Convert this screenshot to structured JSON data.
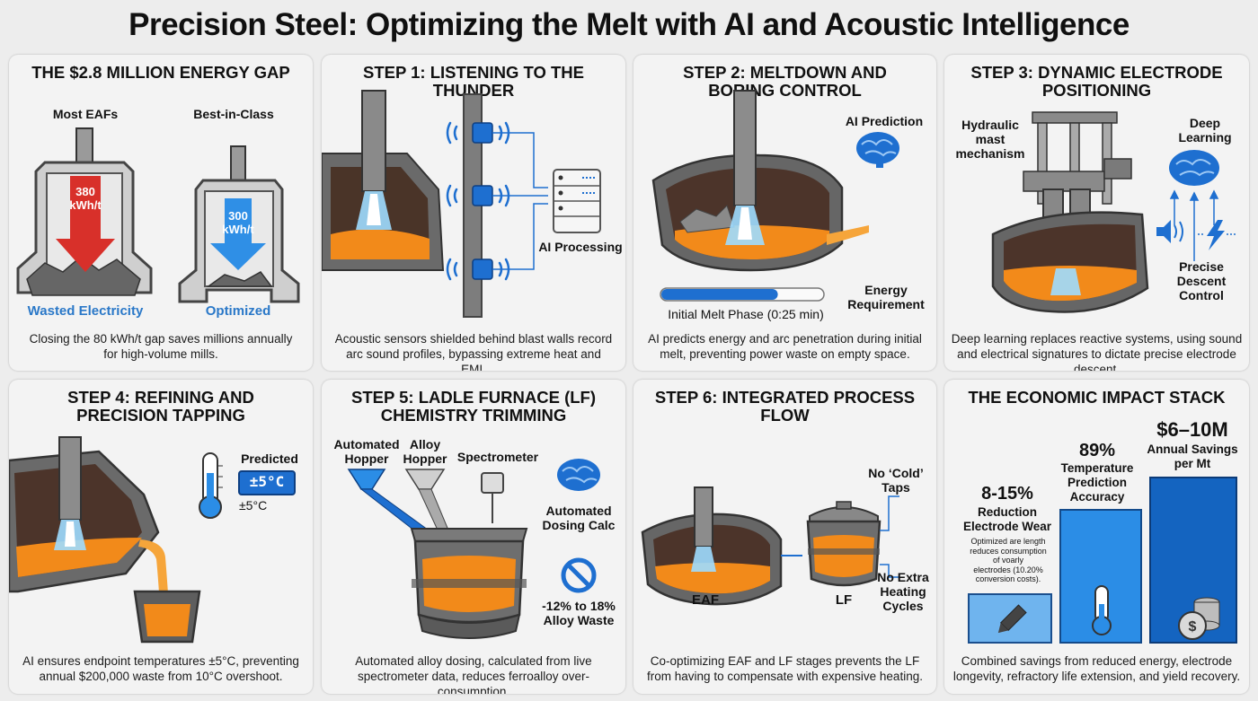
{
  "title": "Precision Steel: Optimizing the Melt with AI and Acoustic Intelligence",
  "colors": {
    "panel": "#f3f3f3",
    "furnace": "#5a5a5a",
    "molten": "#f28a1a",
    "arc": "#4fb6f0",
    "ai_blue": "#1e6fd0",
    "red_arrow": "#d8302a"
  },
  "panels": {
    "energy_gap": {
      "heading": "THE $2.8 MILLION ENERGY GAP",
      "left_label": "Most EAFs",
      "right_label": "Best-in-Class",
      "left_value": "380",
      "left_unit": "kWh/t",
      "right_value": "300",
      "right_unit": "kWh/t",
      "left_caption": "Wasted Electricity",
      "right_caption": "Optimized",
      "caption": "Closing the 80 kWh/t gap saves millions annually for high-volume mills."
    },
    "step1": {
      "heading": "STEP 1: LISTENING TO THE THUNDER",
      "ai_label": "AI Processing",
      "caption": "Acoustic sensors shielded behind blast walls record arc sound profiles, bypassing extreme heat and EMI."
    },
    "step2": {
      "heading_line1": "STEP 2: MELTDOWN AND",
      "heading_line2": "BORING CONTROL",
      "ai_label": "AI Prediction",
      "progress_label": "Initial Melt Phase (0:25 min)",
      "progress_fraction": 0.72,
      "energy_label_line1": "Energy",
      "energy_label_line2": "Requirement",
      "caption": "AI predicts energy and arc penetration during initial melt, preventing power waste on empty space."
    },
    "step3": {
      "heading_line1": "STEP 3: DYNAMIC ELECTRODE",
      "heading_line2": "POSITIONING",
      "mast_label_line1": "Hydraulic",
      "mast_label_line2": "mast",
      "mast_label_line3": "mechanism",
      "dl_label_line1": "Deep",
      "dl_label_line2": "Learning",
      "control_label_line1": "Precise",
      "control_label_line2": "Descent",
      "control_label_line3": "Control",
      "caption": "Deep learning replaces reactive systems, using sound and electrical signatures to dictate precise electrode descent."
    },
    "step4": {
      "heading_line1": "STEP 4: REFINING AND",
      "heading_line2": "PRECISION TAPPING",
      "predicted_label": "Predicted",
      "display_value": "±5°C",
      "thermo_value": "±5°C",
      "caption": "AI ensures endpoint temperatures ±5°C, preventing annual $200,000 waste from 10°C overshoot."
    },
    "step5": {
      "heading_line1": "STEP 5: LADLE FURNACE (LF)",
      "heading_line2": "CHEMISTRY TRIMMING",
      "hopper1_line1": "Automated",
      "hopper1_line2": "Hopper",
      "hopper2_line1": "Alloy",
      "hopper2_line2": "Hopper",
      "spectrometer": "Spectrometer",
      "dosing_line1": "Automated",
      "dosing_line2": "Dosing Calc",
      "waste_line1": "-12% to 18%",
      "waste_line2": "Alloy Waste",
      "caption": "Automated alloy dosing, calculated from live spectrometer data, reduces ferroalloy over-consumption."
    },
    "step6": {
      "heading": "STEP 6: INTEGRATED PROCESS FLOW",
      "cold_line1": "No ‘Cold’",
      "cold_line2": "Taps",
      "eaf_label": "EAF",
      "lf_label": "LF",
      "heat_line1": "No Extra",
      "heat_line2": "Heating",
      "heat_line3": "Cycles",
      "caption": "Co-optimizing EAF and LF stages prevents the LF from having to compensate with expensive heating."
    },
    "economic": {
      "heading": "THE ECONOMIC IMPACT STACK",
      "bars": [
        {
          "value": "8-15%",
          "label_line1": "Reduction",
          "label_line2": "Electrode Wear",
          "note_line1": "Optimized are length",
          "note_line2": "reduces consumption",
          "note_line3": "of voarly",
          "note_line4": "electrodes (10.20%",
          "note_line5": "conversion costs).",
          "icon": "pencil-icon",
          "color": "#6fb4ee"
        },
        {
          "value": "89%",
          "label_line1": "Temperature",
          "label_line2": "Prediction",
          "label_line3": "Accuracy",
          "icon": "thermometer-icon",
          "color": "#2b8de6"
        },
        {
          "value": "$6–10M",
          "label_line1": "Annual Savings",
          "label_line2": "per Mt",
          "icon": "coins-icon",
          "color": "#1464c0"
        }
      ],
      "caption": "Combined savings from reduced energy, electrode longevity, refractory life extension, and yield recovery."
    }
  }
}
